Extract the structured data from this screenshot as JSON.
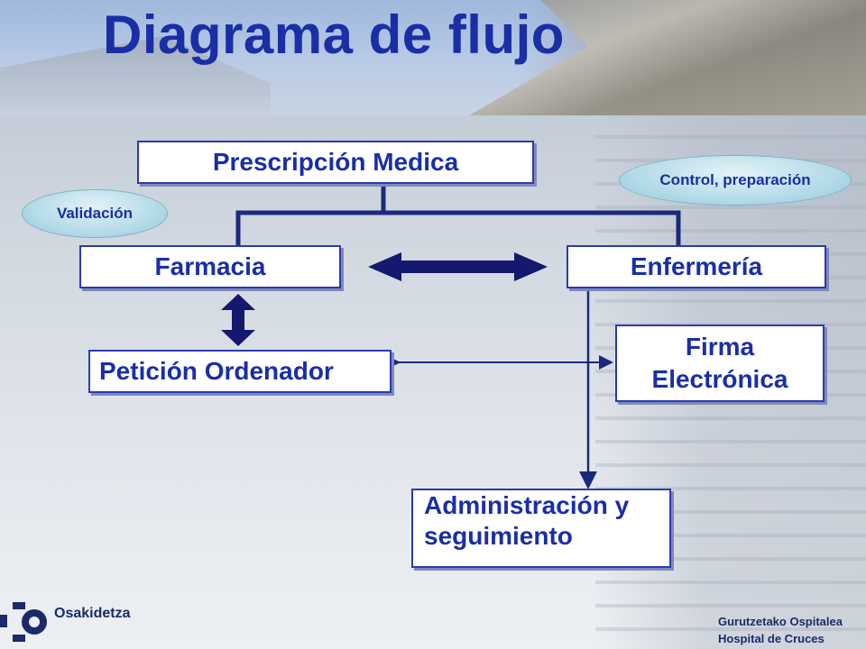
{
  "header": {
    "title": "Diagrama de flujo"
  },
  "nodes": {
    "prescripcion": "Prescripción Medica",
    "farmacia": "Farmacia",
    "enfermeria": "Enfermería",
    "peticion": "Petición Ordenador",
    "firma_line1": "Firma",
    "firma_line2": "Electrónica",
    "administracion_line1": "Administración y",
    "administracion_line2": "seguimiento"
  },
  "labels": {
    "validacion": "Validación",
    "control": "Control, preparación"
  },
  "footer": {
    "brand": "Osakidetza",
    "hospital_line1": "Gurutzetako Ospitalea",
    "hospital_line2": "Hospital de Cruces"
  },
  "colors": {
    "title": "#1a2ea6",
    "box_border": "#2a3bb0",
    "arrow": "#14186e",
    "line": "#1a2a7a"
  }
}
